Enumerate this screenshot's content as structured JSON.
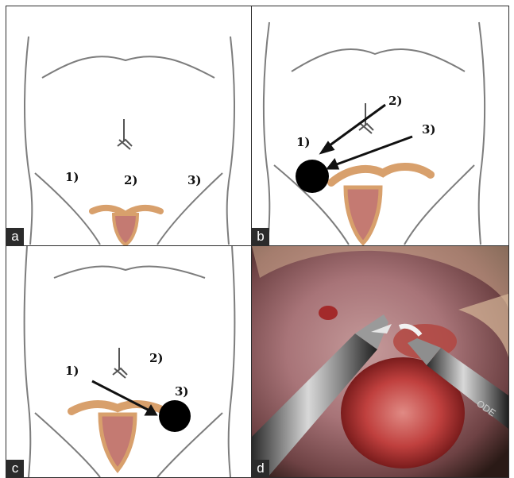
{
  "panels": {
    "a": {
      "tag": "a",
      "ports": [
        "1)",
        "2)",
        "3)"
      ]
    },
    "b": {
      "tag": "b",
      "ports": [
        "1)",
        "2)",
        "3)"
      ]
    },
    "c": {
      "tag": "c",
      "ports": [
        "1)",
        "2)",
        "3)"
      ]
    },
    "d": {
      "tag": "d"
    }
  },
  "colors": {
    "outline": "#7d7d7d",
    "uterus_tube": "#d8a06c",
    "uterus_inner": "#c47a72",
    "mass": "#000000",
    "arrow": "#111111"
  }
}
